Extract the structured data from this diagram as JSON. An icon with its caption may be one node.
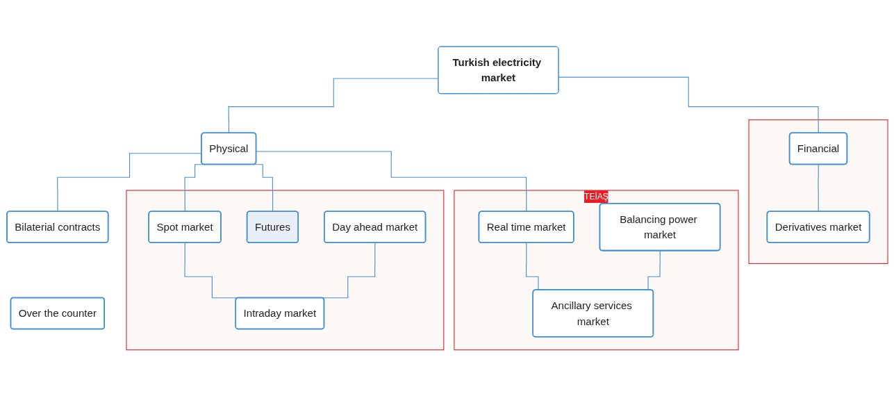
{
  "diagram": {
    "nodes": [
      {
        "text": [
          "Turkish electricity market"
        ]
      },
      {
        "text": [
          "Physical"
        ]
      },
      {
        "text": [],
        "shape": "box"
      },
      {
        "text": [
          "Financial"
        ],
        "in": 2
      },
      {
        "text": [
          "Derivatives market"
        ],
        "in": 2
      },
      {
        "text": [
          "Bilaterial contracts"
        ]
      },
      {
        "text": [
          "Over the counter"
        ]
      },
      {
        "text": [],
        "shape": "box"
      },
      {
        "text": [
          "Spot market"
        ],
        "in": 7
      },
      {
        "text": [
          "Futures"
        ],
        "in": 7
      },
      {
        "text": [
          "Day ahead market"
        ],
        "in": 7
      },
      {
        "text": [
          "Intraday market"
        ],
        "in": 7
      },
      {
        "text": [
          "TEİAŞ"
        ]
      },
      {
        "text": [
          "Real time market"
        ],
        "in": 12
      },
      {
        "text": [
          "Balancing power market"
        ],
        "in": 12
      },
      {
        "text": [
          "Ancillary services market"
        ],
        "in": 12
      }
    ],
    "edges": [
      {
        "from": 0,
        "to": 1,
        "arrow": "none"
      },
      {
        "from": 0,
        "to": 3,
        "arrow": "none"
      },
      {
        "from": 3,
        "to": 4,
        "arrow": "none"
      },
      {
        "from": 1,
        "to": 5,
        "arrow": "none"
      },
      {
        "from": 1,
        "to": 8,
        "arrow": "none"
      },
      {
        "from": 1,
        "to": 9,
        "arrow": "none"
      },
      {
        "from": 1,
        "to": 13,
        "arrow": "none"
      },
      {
        "from": 8,
        "to": 11,
        "arrow": "none"
      },
      {
        "from": 10,
        "to": 11,
        "arrow": "none"
      },
      {
        "from": 13,
        "to": 15,
        "arrow": "none"
      },
      {
        "from": 14,
        "to": 15,
        "arrow": "none"
      }
    ]
  }
}
